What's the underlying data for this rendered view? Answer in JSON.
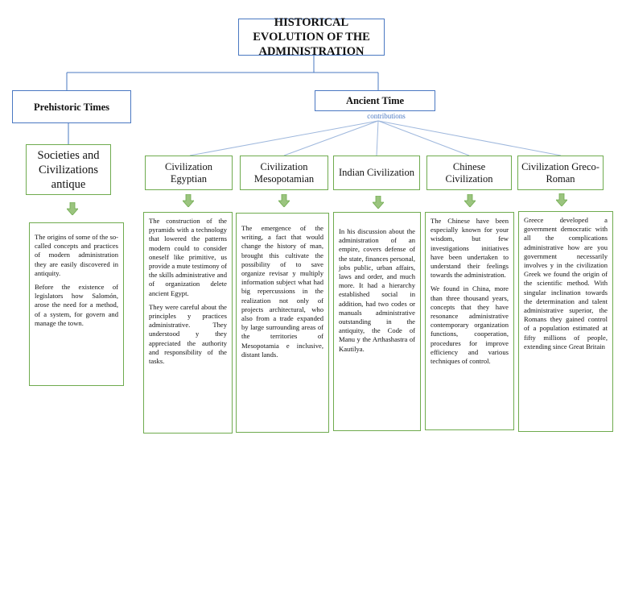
{
  "title": "HISTORICAL EVOLUTION OF THE ADMINISTRATION",
  "prehistoric": {
    "label": "Prehistoric Times",
    "heading": "Societies and Civilizations antique",
    "paragraphs": [
      "The origins of some of the so-called concepts and practices of modern administration they are easily discovered in antiquity.",
      "Before the existence of legislators how Salomón, arose the need for a method, of a system, for govern and manage the town."
    ]
  },
  "ancient": {
    "label": "Ancient Time",
    "contributions_label": "contributions"
  },
  "civilizations": [
    {
      "heading": "Civilization Egyptian",
      "paragraphs": [
        "The construction of the pyramids with a technology that lowered the patterns modern could to consider oneself like primitive, us provide a mute testimony of the skills administrative and of organization delete ancient Egypt.",
        "They were careful about the principles y practices administrative. They understood y they appreciated the authority and responsibility of the tasks."
      ]
    },
    {
      "heading": "Civilization Mesopotamian",
      "paragraphs": [
        "The emergence of the writing, a fact that would change the history of man, brought this cultivate the possibility of to save organize revisar y multiply information subject what had big repercussions in the realization not only of projects architectural, who also from a trade expanded by large surrounding areas of the territories of Mesopotamia e inclusive, distant lands."
      ]
    },
    {
      "heading": "Indian Civilization",
      "paragraphs": [
        "In his discussion about the administration of an empire, covers defense of the state, finances personal, jobs public, urban affairs, laws and order, and much more. It had a hierarchy established social in addition, had two codes or manuals administrative outstanding in the antiquity, the Code of Manu y the Arthashastra of Kautilya."
      ]
    },
    {
      "heading": "Chinese Civilization",
      "paragraphs": [
        "The Chinese have been especially known for your wisdom, but few investigations initiatives have been undertaken to understand their feelings towards the administration.",
        "We found in China, more than three thousand years, concepts that they have resonance administrative contemporary organization functions, cooperation, procedures for improve efficiency and various techniques of control."
      ]
    },
    {
      "heading": "Civilization Greco-Roman",
      "paragraphs": [
        "Greece developed a government democratic with all the complications administrative how are you government necessarily involves y in the civilization Greek we found the origin of the scientific method. With singular inclination towards the determination and talent administrative superior, the Romans they gained control of a population estimated at fifty millions of people, extending since Great Britain"
      ]
    }
  ],
  "colors": {
    "blue_border": "#4a78c2",
    "green_border": "#6fab4e",
    "arrow_fill": "#9bc47f"
  }
}
